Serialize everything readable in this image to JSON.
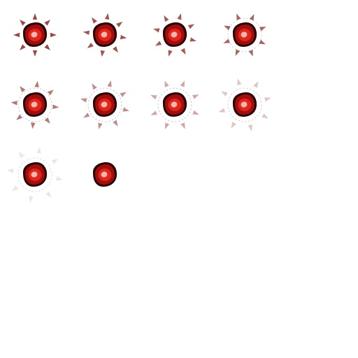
{
  "sprite_sheet": {
    "subject": "red-blob-with-spikes",
    "columns": 4,
    "frame_count": 10,
    "colors": {
      "background": "#ffffff",
      "outline": "#2a0505",
      "body_outer": "#a30d0d",
      "body_mid": "#e1261c",
      "highlight": "#f6b7b1",
      "spike": "#9a4a45",
      "ring": "#8fa3b3"
    },
    "frames": [
      {
        "index": 1,
        "spike_opacity": 1.0,
        "spike_spread": 0.0,
        "ring_opacity": 0.0,
        "spike_angle_offset": 0
      },
      {
        "index": 2,
        "spike_opacity": 0.95,
        "spike_spread": 0.05,
        "ring_opacity": 0.0,
        "spike_angle_offset": 8
      },
      {
        "index": 3,
        "spike_opacity": 0.9,
        "spike_spread": 0.1,
        "ring_opacity": 0.0,
        "spike_angle_offset": 16
      },
      {
        "index": 4,
        "spike_opacity": 0.85,
        "spike_spread": 0.15,
        "ring_opacity": 0.55,
        "spike_angle_offset": 24
      },
      {
        "index": 5,
        "spike_opacity": 0.75,
        "spike_spread": 0.3,
        "ring_opacity": 0.65,
        "spike_angle_offset": 6
      },
      {
        "index": 6,
        "spike_opacity": 0.62,
        "spike_spread": 0.42,
        "ring_opacity": 0.7,
        "spike_angle_offset": 14
      },
      {
        "index": 7,
        "spike_opacity": 0.48,
        "spike_spread": 0.55,
        "ring_opacity": 0.7,
        "spike_angle_offset": 22
      },
      {
        "index": 8,
        "spike_opacity": 0.32,
        "spike_spread": 0.66,
        "ring_opacity": 0.6,
        "spike_angle_offset": 30
      },
      {
        "index": 9,
        "spike_opacity": 0.15,
        "spike_spread": 0.78,
        "ring_opacity": 0.45,
        "spike_angle_offset": 10
      },
      {
        "index": 10,
        "spike_opacity": 0.0,
        "spike_spread": 0.0,
        "ring_opacity": 0.0,
        "spike_angle_offset": 0
      }
    ]
  }
}
